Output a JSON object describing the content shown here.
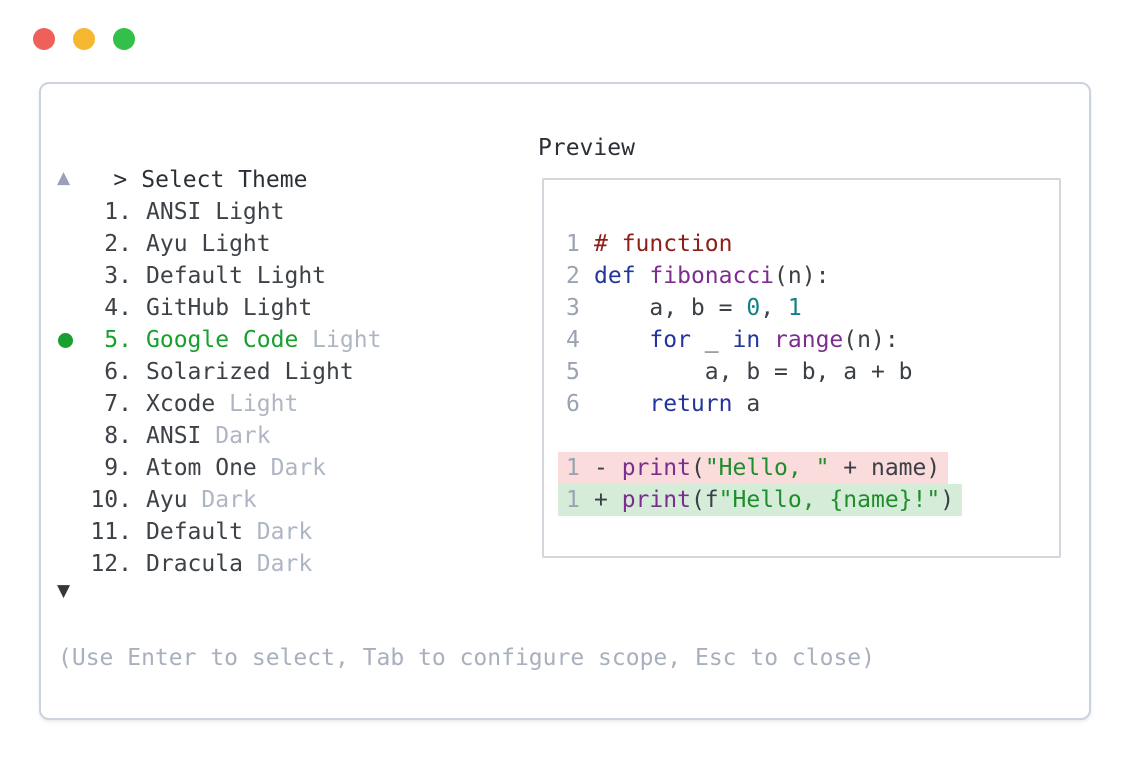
{
  "window": {
    "controls": [
      {
        "name": "close-button",
        "color": "#f0605b"
      },
      {
        "name": "minimize-button",
        "color": "#f4b72d"
      },
      {
        "name": "maximize-button",
        "color": "#33bf49"
      }
    ]
  },
  "picker": {
    "prompt_marker": ">",
    "title": "Select Theme",
    "scroll_up_indicator": "▲",
    "scroll_down_indicator": "▼",
    "items": [
      {
        "number": "1.",
        "name": "ANSI Light",
        "variant": "",
        "selected": false
      },
      {
        "number": "2.",
        "name": "Ayu Light",
        "variant": "",
        "selected": false
      },
      {
        "number": "3.",
        "name": "Default Light",
        "variant": "",
        "selected": false
      },
      {
        "number": "4.",
        "name": "GitHub Light",
        "variant": "",
        "selected": false
      },
      {
        "number": "5.",
        "name": "Google Code",
        "variant": "Light",
        "selected": true
      },
      {
        "number": "6.",
        "name": "Solarized Light",
        "variant": "",
        "selected": false
      },
      {
        "number": "7.",
        "name": "Xcode",
        "variant": "Light",
        "selected": false
      },
      {
        "number": "8.",
        "name": "ANSI",
        "variant": "Dark",
        "selected": false
      },
      {
        "number": "9.",
        "name": "Atom One",
        "variant": "Dark",
        "selected": false
      },
      {
        "number": "10.",
        "name": "Ayu",
        "variant": "Dark",
        "selected": false
      },
      {
        "number": "11.",
        "name": "Default",
        "variant": "Dark",
        "selected": false
      },
      {
        "number": "12.",
        "name": "Dracula",
        "variant": "Dark",
        "selected": false
      }
    ],
    "hint": "(Use Enter to select, Tab to configure scope, Esc to close)"
  },
  "preview": {
    "label": "Preview",
    "lines": [
      {
        "kind": "code",
        "num": "1",
        "tokens": [
          {
            "t": "# function",
            "c": "comment"
          }
        ]
      },
      {
        "kind": "code",
        "num": "2",
        "tokens": [
          {
            "t": "def",
            "c": "keyword"
          },
          {
            "t": " ",
            "c": "plain"
          },
          {
            "t": "fibonacci",
            "c": "function"
          },
          {
            "t": "(n):",
            "c": "plain"
          }
        ]
      },
      {
        "kind": "code",
        "num": "3",
        "tokens": [
          {
            "t": "    a, b = ",
            "c": "plain"
          },
          {
            "t": "0",
            "c": "literal"
          },
          {
            "t": ", ",
            "c": "plain"
          },
          {
            "t": "1",
            "c": "literal"
          }
        ]
      },
      {
        "kind": "code",
        "num": "4",
        "tokens": [
          {
            "t": "    ",
            "c": "plain"
          },
          {
            "t": "for",
            "c": "keyword"
          },
          {
            "t": " _ ",
            "c": "plain"
          },
          {
            "t": "in",
            "c": "keyword"
          },
          {
            "t": " ",
            "c": "plain"
          },
          {
            "t": "range",
            "c": "function"
          },
          {
            "t": "(n):",
            "c": "plain"
          }
        ]
      },
      {
        "kind": "code",
        "num": "5",
        "tokens": [
          {
            "t": "        a, b = b, a + b",
            "c": "plain"
          }
        ]
      },
      {
        "kind": "code",
        "num": "6",
        "tokens": [
          {
            "t": "    ",
            "c": "plain"
          },
          {
            "t": "return",
            "c": "keyword"
          },
          {
            "t": " a",
            "c": "plain"
          }
        ]
      },
      {
        "kind": "blank"
      },
      {
        "kind": "removed",
        "num": "1",
        "tokens": [
          {
            "t": "- ",
            "c": "plain"
          },
          {
            "t": "print",
            "c": "function"
          },
          {
            "t": "(",
            "c": "plain"
          },
          {
            "t": "\"Hello, \"",
            "c": "string"
          },
          {
            "t": " + name)",
            "c": "plain"
          }
        ]
      },
      {
        "kind": "added",
        "num": "1",
        "tokens": [
          {
            "t": "+ ",
            "c": "plain"
          },
          {
            "t": "print",
            "c": "function"
          },
          {
            "t": "(f",
            "c": "plain"
          },
          {
            "t": "\"Hello, {name}!\"",
            "c": "string"
          },
          {
            "t": ")",
            "c": "plain"
          }
        ]
      }
    ]
  },
  "colors": {
    "text_dark": "#3d4249",
    "text_muted": "#aeb6c3",
    "accent_green": "#17a02e",
    "comment": "#8c2019",
    "keyword": "#23349c",
    "function": "#7c2e8e",
    "literal": "#11808a",
    "string": "#1e8e2a",
    "plain": "#3b4046",
    "line_number": "#9aa3b2",
    "removed_bg": "#fadcdc",
    "added_bg": "#d5ecd9",
    "panel_border": "#ccd3dd",
    "scroll_up": "#98a2b4",
    "scroll_down": "#33373e"
  }
}
